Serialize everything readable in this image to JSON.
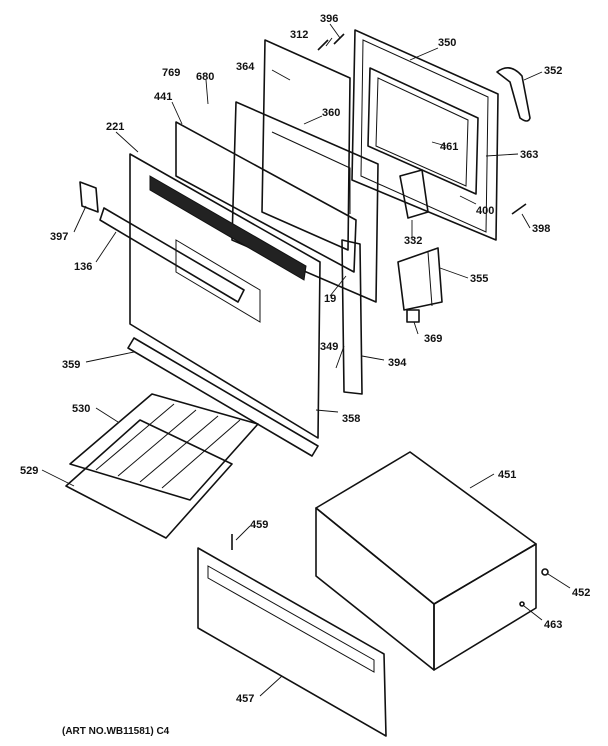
{
  "labels": {
    "p396": "396",
    "p312": "312",
    "p350": "350",
    "p769": "769",
    "p680": "680",
    "p364": "364",
    "p352": "352",
    "p441": "441",
    "p360": "360",
    "p221": "221",
    "p461": "461",
    "p363": "363",
    "p397": "397",
    "p400": "400",
    "p398": "398",
    "p332": "332",
    "p136": "136",
    "p355": "355",
    "p19": "19",
    "p369": "369",
    "p349": "349",
    "p359": "359",
    "p394": "394",
    "p358": "358",
    "p530": "530",
    "p451": "451",
    "p529": "529",
    "p459": "459",
    "p452": "452",
    "p463": "463",
    "p457": "457"
  },
  "caption": "(ART NO.WB11581) C4"
}
